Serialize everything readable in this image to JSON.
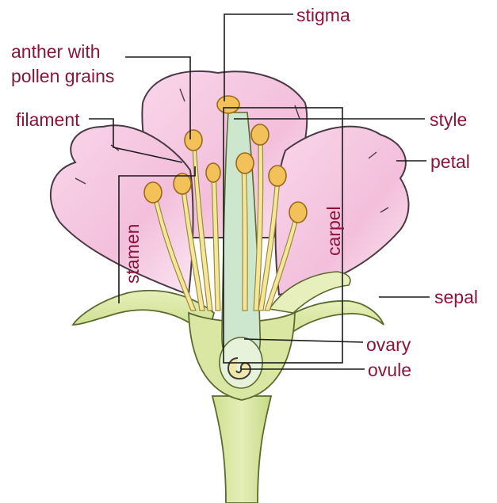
{
  "diagram": {
    "labels": {
      "stigma": "stigma",
      "anther": "anther with\npollen grains",
      "filament": "filament",
      "style": "style",
      "petal": "petal",
      "sepal": "sepal",
      "ovary": "ovary",
      "ovule": "ovule",
      "stamen": "stamen",
      "carpel": "carpel"
    },
    "colors": {
      "label_text": "#8b1538",
      "leader_line": "#1a1a1a",
      "petal_fill": "#f6c9e3",
      "petal_edge": "#4a3a45",
      "sepal_fill": "#dbe7a6",
      "receptacle_fill": "#d7e6a0",
      "ovary_fill": "#cfe6c4",
      "anther_fill": "#f2c15a",
      "filament_fill": "#f4e79a"
    }
  }
}
